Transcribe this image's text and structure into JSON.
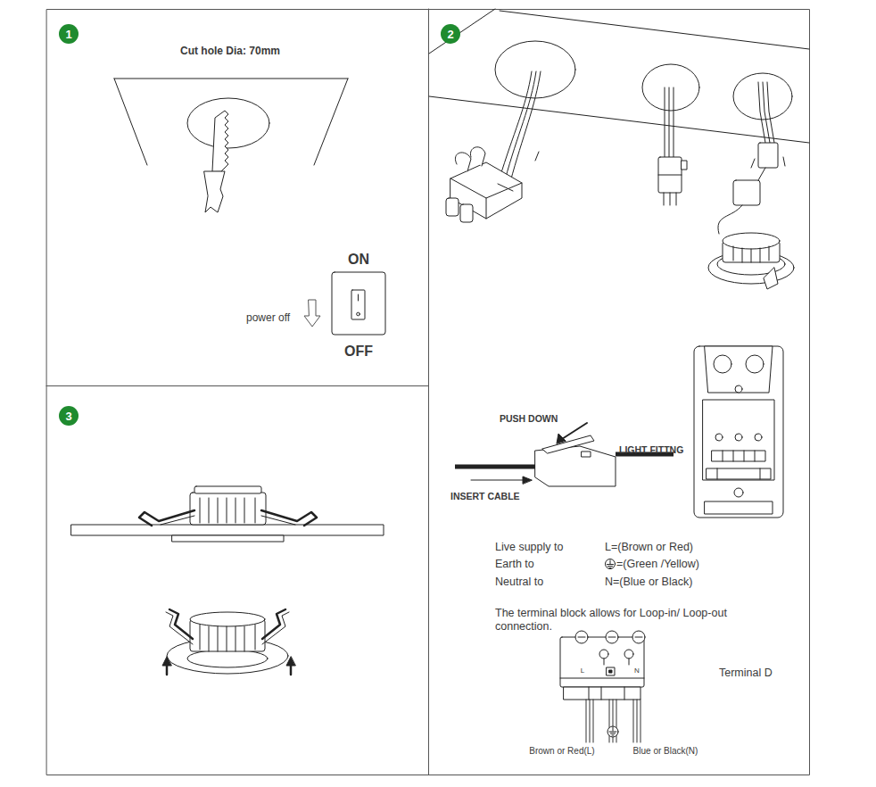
{
  "diagram": {
    "nodes": [
      {
        "text": [
          "1"
        ]
      },
      {
        "text": [
          "2"
        ]
      },
      {
        "text": [
          "3"
        ]
      }
    ],
    "edges": [],
    "labels": [
      "Cut hole Dia: 70mm",
      "ON",
      "power off",
      "OFF",
      "PUSH DOWN",
      "LIGHT FITTNG",
      "INSERT CABLE",
      "Live supply to",
      "L=(Brown or Red)",
      "Earth to",
      "=(Green /Yellow)",
      "Neutral to",
      "N=(Blue or Black)",
      "The terminal block allows for Loop-in/ Loop-out connection.",
      "L",
      "N",
      "Terminal D",
      "Brown or Red(L)",
      "Blue or Black(N)"
    ]
  }
}
